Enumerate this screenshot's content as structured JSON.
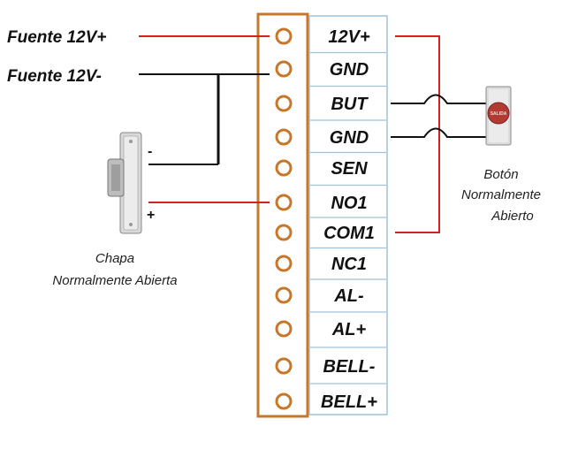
{
  "power": {
    "positive_label": "Fuente 12V+",
    "negative_label": "Fuente 12V-"
  },
  "terminals": [
    "12V+",
    "GND",
    "BUT",
    "GND",
    "SEN",
    "NO1",
    "COM1",
    "NC1",
    "AL-",
    "AL+",
    "BELL-",
    "BELL+"
  ],
  "lock": {
    "caption_line1": "Chapa",
    "caption_line2": "Normalmente Abierta",
    "minus_sign": "-",
    "plus_sign": "+"
  },
  "button": {
    "caption_line1": "Botón",
    "caption_line2": "Normalmente",
    "caption_line3": "Abierto",
    "face_text": "SALIDA"
  },
  "colors": {
    "terminal_block_border": "#c8772a",
    "label_column_border": "#9fc2d9",
    "wire_red": "#d42020",
    "wire_black": "#111111"
  }
}
